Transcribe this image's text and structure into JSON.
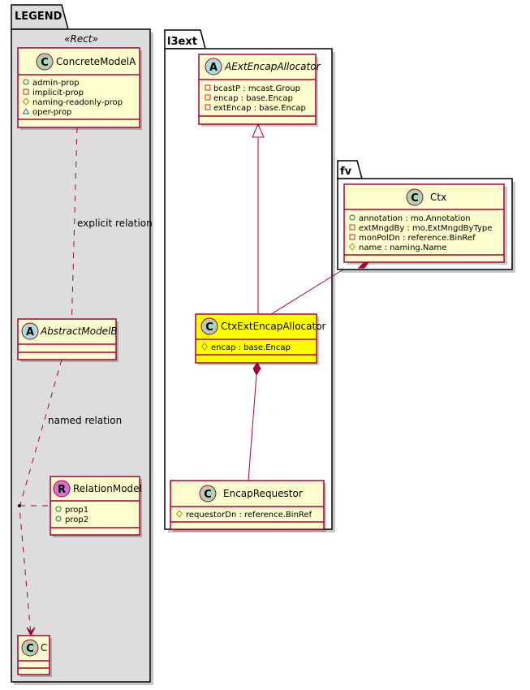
{
  "diagram": {
    "type": "uml-class-diagram",
    "colors": {
      "class_fill": "#FEFECE",
      "class_border": "#A80036",
      "highlight_fill": "#FFFF00",
      "legend_fill": "#DDDDDD",
      "class_badge": "#ADD1B2",
      "abstract_badge": "#A9DCDF",
      "relation_badge": "#DB6FD6",
      "public_marker": "#038048",
      "private_marker": "#C82930",
      "protected_marker": "#B38D22",
      "package_marker": "#1963A0"
    },
    "packages": {
      "legend": {
        "title": "LEGEND",
        "stereotype": "«Rect»",
        "classes": {
          "concrete": {
            "badge": "C",
            "name": "ConcreteModelA",
            "attributes": [
              {
                "visibility": "public",
                "text": "admin-prop"
              },
              {
                "visibility": "private",
                "text": "implicit-prop"
              },
              {
                "visibility": "protected",
                "text": "naming-readonly-prop"
              },
              {
                "visibility": "package",
                "text": "oper-prop"
              }
            ]
          },
          "abstract": {
            "badge": "A",
            "name": "AbstractModelB"
          },
          "relation": {
            "badge": "R",
            "name": "RelationModel",
            "attributes": [
              {
                "visibility": "public",
                "text": "prop1"
              },
              {
                "visibility": "public",
                "text": "prop2"
              }
            ]
          },
          "c": {
            "badge": "C",
            "name": "C"
          }
        },
        "relations": {
          "explicit": "explicit relation",
          "named": "named relation"
        }
      },
      "l3ext": {
        "title": "l3ext",
        "classes": {
          "allocator": {
            "badge": "A",
            "name": "AExtEncapAllocator",
            "attributes": [
              {
                "visibility": "private",
                "text": "bcastP : mcast.Group"
              },
              {
                "visibility": "private",
                "text": "encap : base.Encap"
              },
              {
                "visibility": "private",
                "text": "extEncap : base.Encap"
              }
            ]
          },
          "ctx_allocator": {
            "badge": "C",
            "name": "CtxExtEncapAllocator",
            "attributes": [
              {
                "visibility": "protected",
                "text": "encap : base.Encap"
              }
            ]
          },
          "requestor": {
            "badge": "C",
            "name": "EncapRequestor",
            "attributes": [
              {
                "visibility": "protected",
                "text": "requestorDn : reference.BinRef"
              }
            ]
          }
        }
      },
      "fv": {
        "title": "fv",
        "classes": {
          "ctx": {
            "badge": "C",
            "name": "Ctx",
            "attributes": [
              {
                "visibility": "public",
                "text": "annotation : mo.Annotation"
              },
              {
                "visibility": "private",
                "text": "extMngdBy : mo.ExtMngdByType"
              },
              {
                "visibility": "private",
                "text": "monPolDn : reference.BinRef"
              },
              {
                "visibility": "protected",
                "text": "name : naming.Name"
              }
            ]
          }
        }
      }
    },
    "relationships": [
      {
        "from": "ConcreteModelA",
        "to": "AbstractModelB",
        "kind": "dependency",
        "label": "explicit relation"
      },
      {
        "from": "AbstractModelB",
        "to": "C",
        "kind": "dependency",
        "label": "named relation",
        "association_class": "RelationModel"
      },
      {
        "from": "CtxExtEncapAllocator",
        "to": "AExtEncapAllocator",
        "kind": "inheritance"
      },
      {
        "from": "Ctx",
        "to": "CtxExtEncapAllocator",
        "kind": "composition"
      },
      {
        "from": "CtxExtEncapAllocator",
        "to": "EncapRequestor",
        "kind": "composition"
      }
    ]
  }
}
